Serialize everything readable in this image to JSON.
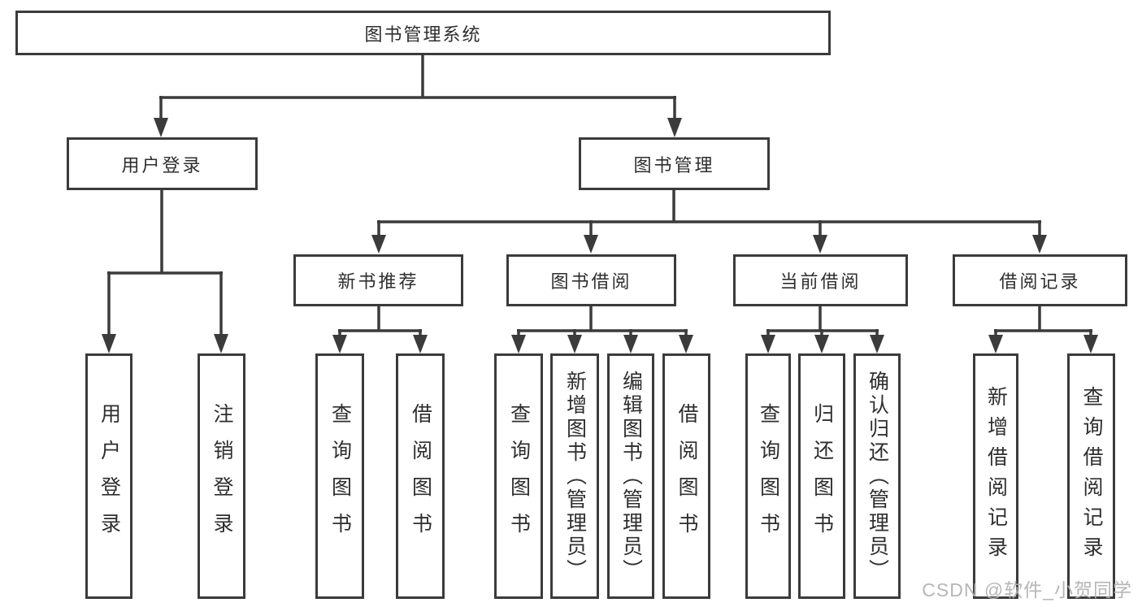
{
  "colors": {
    "line": "#3b3b3b",
    "box_border": "#3b3b3b",
    "box_background": "#ffffff",
    "text": "#2e2e2e",
    "watermark": "#b2b2b2"
  },
  "diagram": {
    "root": {
      "label": "图书管理系统",
      "children": [
        {
          "label": "用户登录",
          "children": [
            {
              "label": "用户登录"
            },
            {
              "label": "注销登录"
            }
          ]
        },
        {
          "label": "图书管理",
          "children": [
            {
              "label": "新书推荐",
              "children": [
                {
                  "label": "查询图书"
                },
                {
                  "label": "借阅图书"
                }
              ]
            },
            {
              "label": "图书借阅",
              "children": [
                {
                  "label": "查询图书"
                },
                {
                  "label": "新增图书（管理员）"
                },
                {
                  "label": "编辑图书（管理员）"
                },
                {
                  "label": "借阅图书"
                }
              ]
            },
            {
              "label": "当前借阅",
              "children": [
                {
                  "label": "查询图书"
                },
                {
                  "label": "归还图书"
                },
                {
                  "label": "确认归还（管理员）"
                }
              ]
            },
            {
              "label": "借阅记录",
              "children": [
                {
                  "label": "新增借阅记录"
                },
                {
                  "label": "查询借阅记录"
                }
              ]
            }
          ]
        }
      ]
    }
  },
  "watermark": {
    "text": "CSDN @软件_小贺同学"
  }
}
